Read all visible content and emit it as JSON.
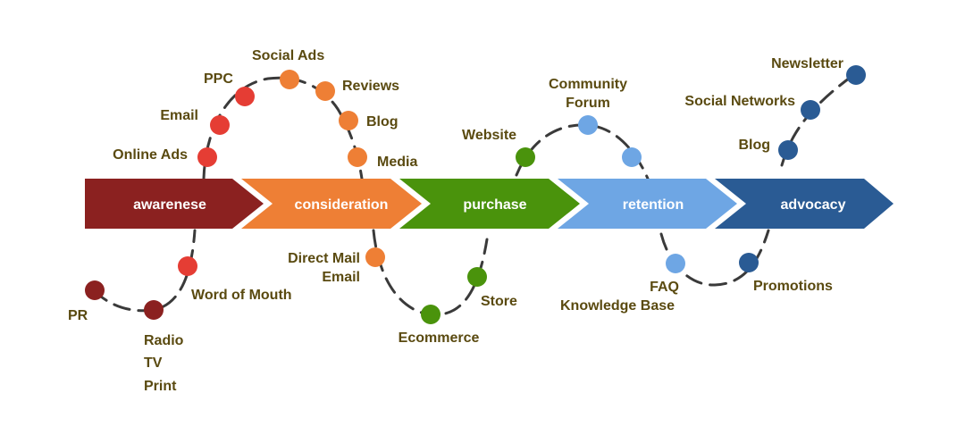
{
  "colors": {
    "awareness": "#8b2120",
    "consideration": "#ee7f35",
    "purchase": "#4a930c",
    "retention": "#6ea6e4",
    "advocacy": "#2a5b94",
    "dot_red": "#e53d34",
    "dot_darkred": "#8b2120",
    "dot_orange": "#ee7f35",
    "dot_green": "#4a930c",
    "dot_lightblue": "#6ea6e4",
    "dot_darkblue": "#2a5b94",
    "label_text": "#5a4a10"
  },
  "stages": [
    {
      "label": "awarenese"
    },
    {
      "label": "consideration"
    },
    {
      "label": "purchase"
    },
    {
      "label": "retention"
    },
    {
      "label": "advocacy"
    }
  ],
  "touchpoints": {
    "pr": "PR",
    "radio": "Radio",
    "tv": "TV",
    "print": "Print",
    "word_of_mouth": "Word of Mouth",
    "online_ads": "Online Ads",
    "email": "Email",
    "ppc": "PPC",
    "social_ads": "Social Ads",
    "reviews": "Reviews",
    "blog": "Blog",
    "media": "Media",
    "direct_mail": "Direct Mail",
    "email2": "Email",
    "ecommerce": "Ecommerce",
    "store": "Store",
    "website": "Website",
    "community": "Community",
    "forum": "Forum",
    "faq": "FAQ",
    "knowledge_base": "Knowledge Base",
    "promotions": "Promotions",
    "blog2": "Blog",
    "social_networks": "Social Networks",
    "newsletter": "Newsletter"
  }
}
